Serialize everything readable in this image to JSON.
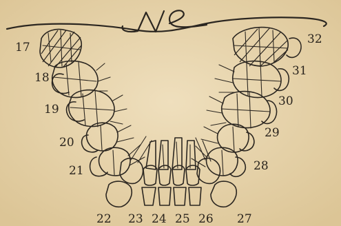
{
  "handwriting": "Ne",
  "tooth_numbers": [
    "17",
    "18",
    "19",
    "20",
    "21",
    "22",
    "23",
    "24",
    "25",
    "26",
    "27",
    "28",
    "29",
    "30",
    "31",
    "32"
  ],
  "colors": {
    "paper": "#e9d6b0",
    "ink": "#2b2620"
  }
}
